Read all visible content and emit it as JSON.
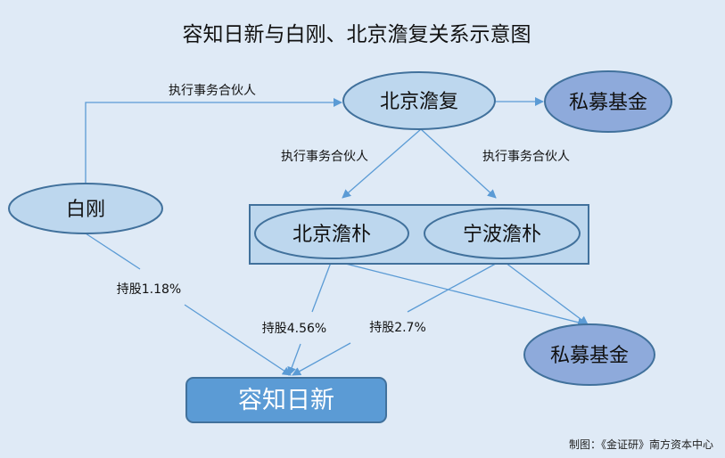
{
  "title": "容知日新与白刚、北京澹复关系示意图",
  "nodes": {
    "beijing_danfu": "北京澹复",
    "private_fund_top": "私募基金",
    "bai_gang": "白刚",
    "beijing_danpu": "北京澹朴",
    "ningbo_danpu": "宁波澹朴",
    "private_fund_bottom": "私募基金",
    "rongzhi_rixin": "容知日新"
  },
  "edges": {
    "bai_to_danfu": "执行事务合伙人",
    "danfu_to_beijing_danpu": "执行事务合伙人",
    "danfu_to_ningbo_danpu": "执行事务合伙人",
    "bai_stake": "持股1.18%",
    "beijing_danpu_stake": "持股4.56%",
    "ningbo_danpu_stake": "持股2.7%"
  },
  "footer": "制图：《金证研》南方资本中心",
  "colors": {
    "background": "#dfeaf6",
    "ellipse_fill": "#bdd7ee",
    "fund_fill": "#8eaadb",
    "target_fill": "#5b9bd5",
    "stroke": "#41719c",
    "line": "#5b9bd5"
  }
}
